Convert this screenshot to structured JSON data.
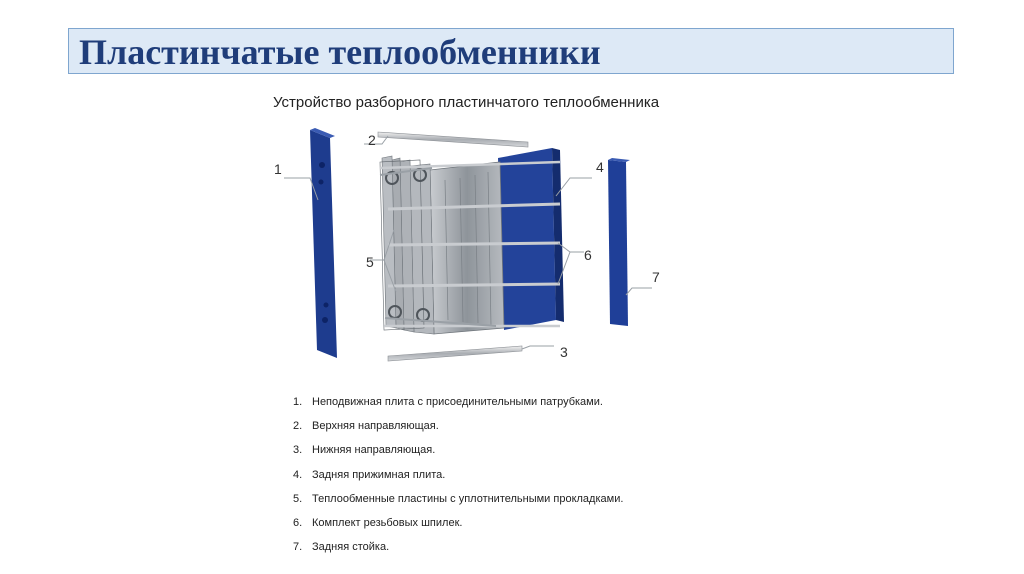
{
  "title": "Пластинчатые теплообменники",
  "subtitle": "Устройство разборного пластинчатого теплообменника",
  "callouts": [
    "1",
    "2",
    "3",
    "4",
    "5",
    "6",
    "7"
  ],
  "legend": [
    {
      "num": "1.",
      "text": "Неподвижная плита с присоединительными патрубками."
    },
    {
      "num": "2.",
      "text": "Верхняя направляющая."
    },
    {
      "num": "3.",
      "text": "Нижняя направляющая."
    },
    {
      "num": "4.",
      "text": "Задняя прижимная плита."
    },
    {
      "num": "5.",
      "text": "Теплообменные пластины с уплотнительными прокладками."
    },
    {
      "num": "6.",
      "text": "Комплект резьбовых шпилек."
    },
    {
      "num": "7.",
      "text": "Задняя стойка."
    }
  ],
  "colors": {
    "title_text": "#1f3d7a",
    "title_bg": "#dde9f6",
    "title_border": "#7fa6cf",
    "frame_blue": "#23439a",
    "plate_gray": "#9aa0a6"
  }
}
